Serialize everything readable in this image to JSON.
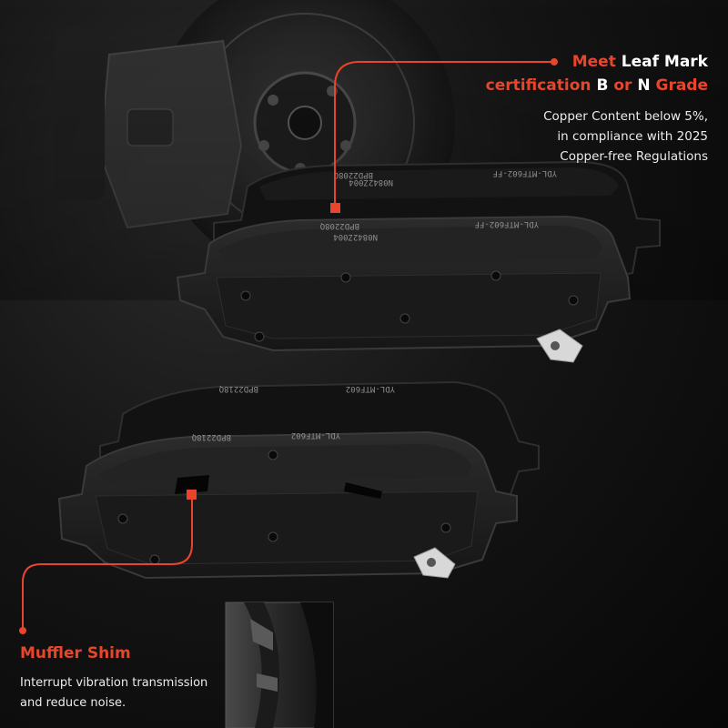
{
  "callout_top": {
    "title_line1_accent": "Meet",
    "title_line1_white": "Leaf Mark",
    "title_line2_accent_a": "certification",
    "title_line2_white_b": "B",
    "title_line2_accent_or": "or",
    "title_line2_white_n": "N",
    "title_line2_accent_grade": "Grade",
    "desc_line1": "Copper Content below 5%,",
    "desc_line2": "in compliance with 2025",
    "desc_line3": "Copper-free Regulations"
  },
  "callout_bottom": {
    "title": "Muffler Shim",
    "desc_line1": "Interrupt vibration transmission",
    "desc_line2": "and reduce noise."
  },
  "pad_markings": {
    "top_back_part": "BPD2208Q",
    "top_back_batch": "N0842Z004",
    "top_back_code": "YDL-MTF602-FF",
    "top_front_part": "BPD2208Q",
    "top_front_batch": "N0842Z004",
    "top_front_code": "YDL-MTF602-FF",
    "bottom_back_part": "BPD2218Q",
    "bottom_back_code": "YDL-MTF602",
    "bottom_front_part": "BPD2218Q",
    "bottom_front_code": "YDL-MTF602"
  },
  "colors": {
    "accent": "#e8452c",
    "text": "#ececec",
    "pad": "#1e1e1e"
  }
}
